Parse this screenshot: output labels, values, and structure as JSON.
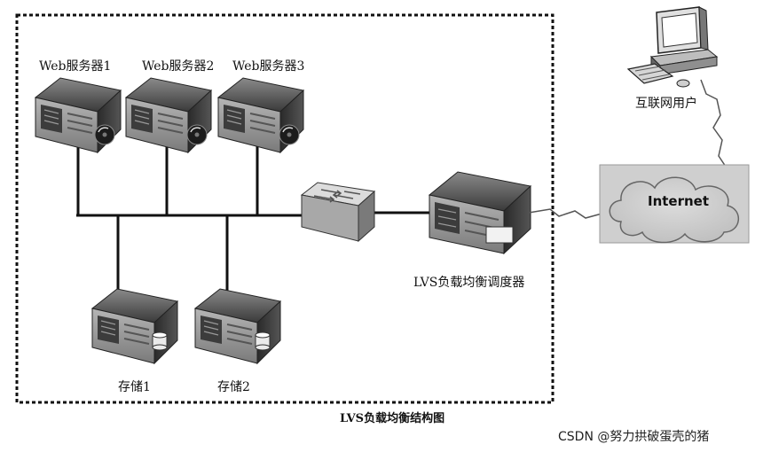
{
  "labels": {
    "web1": "Web服务器1",
    "web2": "Web服务器2",
    "web3": "Web服务器3",
    "user": "互联网用户",
    "internet": "Internet",
    "lvs": "LVS负载均衡调度器",
    "storage1": "存储1",
    "storage2": "存储2",
    "caption": "LVS负载均衡结构图",
    "watermark": "CSDN @努力拱破蛋壳的猪"
  },
  "colors": {
    "line": "#111111",
    "cloud_fill": "#c8c8c8",
    "server_dark": "#2b2b2b",
    "server_mid": "#6b6b6b",
    "server_light": "#a9a9a9"
  }
}
